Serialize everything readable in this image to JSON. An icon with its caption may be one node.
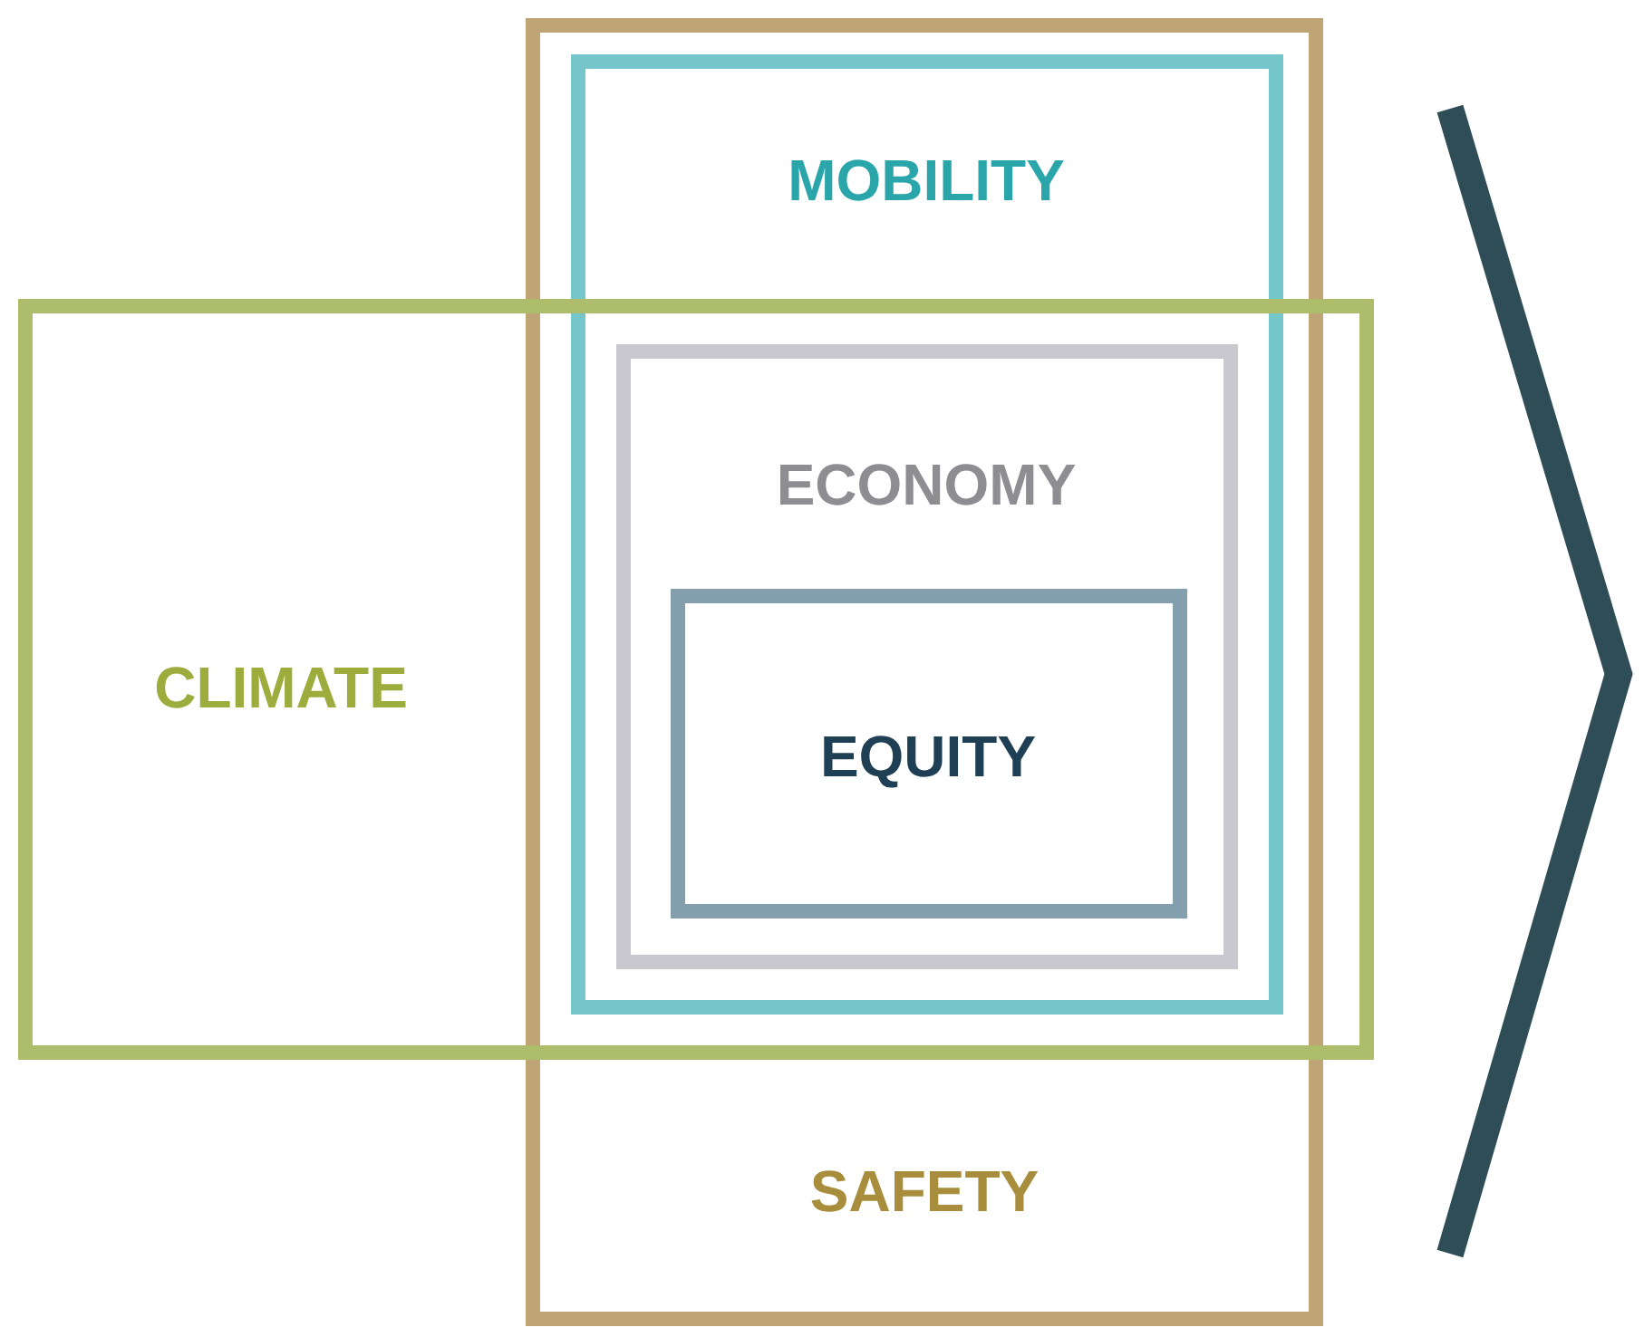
{
  "diagram": {
    "nodes": [
      {
        "text": [
          "SAFETY"
        ]
      },
      {
        "text": [
          "MOBILITY"
        ],
        "in": 0
      },
      {
        "text": [
          "CLIMATE"
        ]
      },
      {
        "text": [
          "ECONOMY"
        ]
      },
      {
        "text": [
          "EQUITY"
        ],
        "in": 3
      }
    ]
  }
}
